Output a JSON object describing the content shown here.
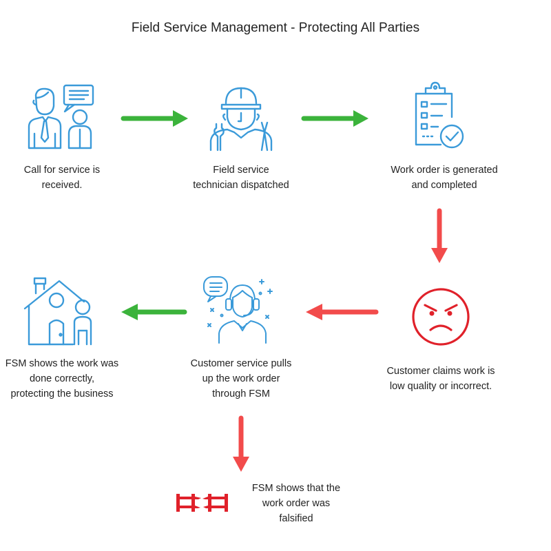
{
  "title": "Field Service Management - Protecting All Parties",
  "colors": {
    "icon_blue": "#3a9ad9",
    "green": "#3bb33b",
    "red": "#f24b4b",
    "red_dark": "#e0212a"
  },
  "steps": [
    {
      "icon": "service-call-icon",
      "line1": "Call for service is",
      "line2": "received."
    },
    {
      "icon": "technician-icon",
      "line1": "Field service",
      "line2": "technician dispatched"
    },
    {
      "icon": "work-order-icon",
      "line1": "Work order is generated",
      "line2": "and completed"
    },
    {
      "icon": "angry-face-icon",
      "line1": "Customer claims work is",
      "line2": "low quality or incorrect."
    },
    {
      "icon": "customer-service-icon",
      "line1": "Customer service pulls",
      "line2": "up the work order",
      "line3": "through FSM"
    },
    {
      "icon": "house-person-icon",
      "line1": "FSM shows the work was",
      "line2": "done correctly,",
      "line3": "protecting the business"
    },
    {
      "icon": "broken-fence-icon",
      "line1": "FSM shows that the",
      "line2": "work order was",
      "line3": "falsified"
    }
  ]
}
